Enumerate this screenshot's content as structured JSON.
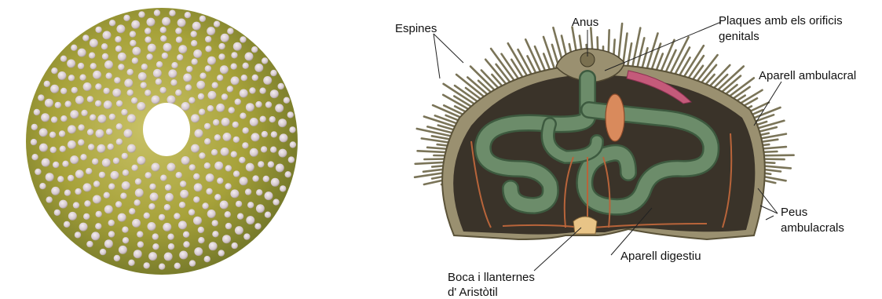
{
  "colors": {
    "test_light": "#d6cc7a",
    "test_mid": "#a7a23a",
    "test_dark": "#6f7428",
    "tubercle": "#d8ccd2",
    "spine": "#7a7458",
    "shell_interior": "#3a3329",
    "gut": "#6c8c6a",
    "gut_edge": "#3d5a3f",
    "vessel": "#b8643a",
    "gonad": "#d98a5c",
    "pink_tissue": "#c45a7a",
    "mouth": "#e8c487"
  },
  "labels": {
    "espines": "Espines",
    "anus": "Anus",
    "plaques_line1": "Plaques amb els orificis",
    "plaques_line2": "genitals",
    "aparell_ambulacral": "Aparell ambulacral",
    "peus_line1": "Peus",
    "peus_line2": "ambulacrals",
    "aparell_digestiu": "Aparell digestiu",
    "boca_line1": "Boca i llanternes",
    "boca_line2": "d' Aristòtil"
  }
}
